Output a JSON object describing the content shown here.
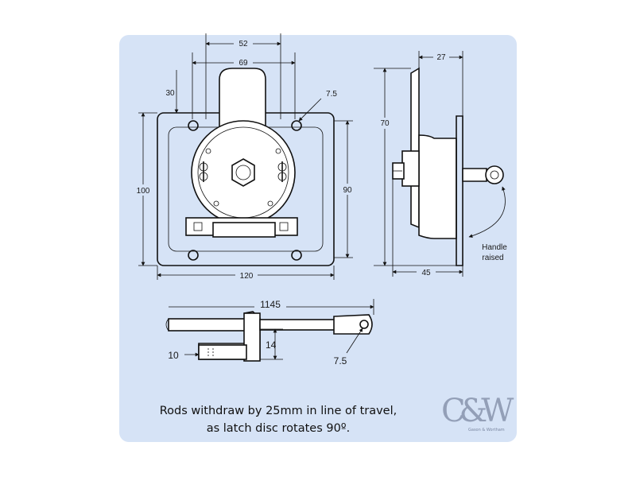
{
  "dimensions": {
    "d52": "52",
    "d69": "69",
    "d30": "30",
    "d7_5_top": "7.5",
    "d100": "100",
    "d90": "90",
    "d120": "120",
    "d27": "27",
    "d70": "70",
    "d45": "45",
    "d1145": "1145",
    "d14": "14",
    "d10": "10",
    "d7_5_rod": "7.5"
  },
  "labels": {
    "handle_line1": "Handle",
    "handle_line2": "raised"
  },
  "caption": {
    "line1": "Rods withdraw by 25mm in line of travel,",
    "line2": "as latch disc rotates 90º."
  },
  "logo": {
    "mark": "C&W",
    "subtitle": "Gason & Wortham"
  },
  "colors": {
    "panel": "#d6e3f6",
    "ink": "#111111",
    "logo": "#8894ad"
  }
}
